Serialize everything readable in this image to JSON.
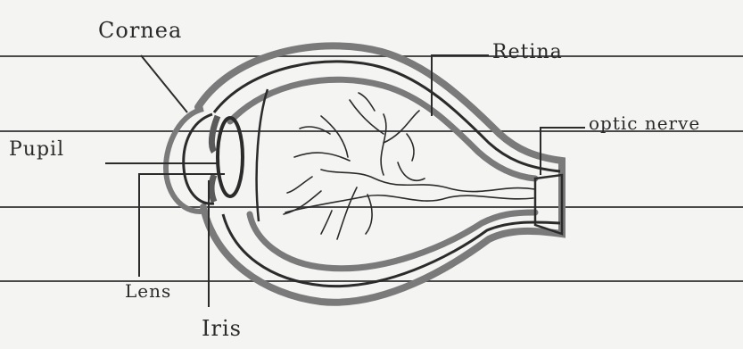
{
  "labels": {
    "cornea": "Cornea",
    "retina": "Retina",
    "optic_nerve": "optic nerve",
    "pupil": "Pupil",
    "lens": "Lens",
    "iris": "Iris"
  },
  "colors": {
    "paper": "#f4f4f2",
    "ruled_line": "#4a4a4a",
    "ink": "#2b2b2b",
    "shaded_wall": "#7a7a7a"
  }
}
